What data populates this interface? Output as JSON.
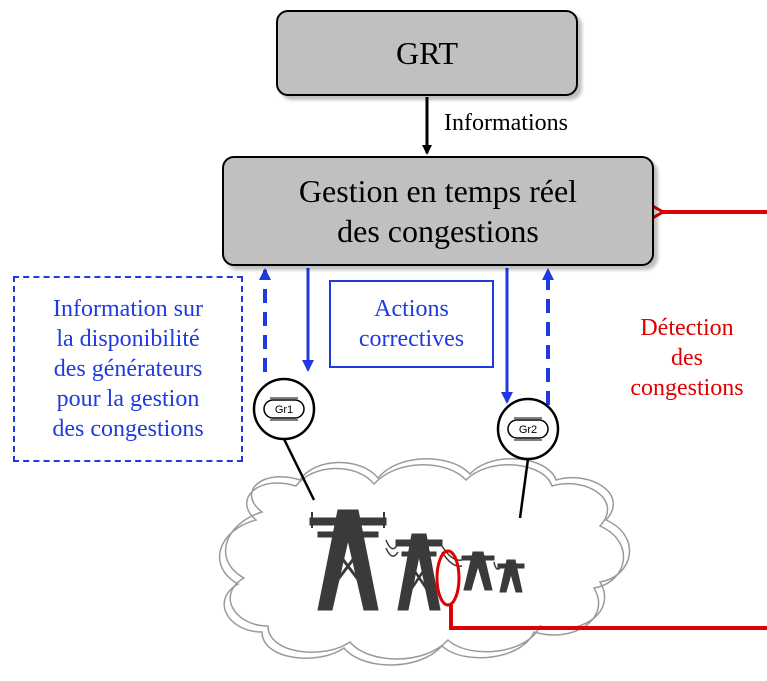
{
  "nodes": {
    "grt": "GRT",
    "gestion": "Gestion en temps réel\ndes congestions",
    "information": "Information sur\nla disponibilité\ndes générateurs\npour la gestion\ndes congestions",
    "actions": "Actions\ncorrectives",
    "detection": "Détection\ndes\ncongestions",
    "gr1": "Gr1",
    "gr2": "Gr2"
  },
  "edges": {
    "informations_label": "Informations"
  },
  "colors": {
    "box_fill": "#c0c0c0",
    "information_flow": "#1f3be0",
    "detection": "#e00000",
    "cloud_stroke": "#8c8c8c",
    "tower": "#3a3a3a"
  },
  "icons": {
    "generator": "generator-icon",
    "tower": "transmission-tower-icon",
    "cloud": "network-cloud-icon"
  }
}
